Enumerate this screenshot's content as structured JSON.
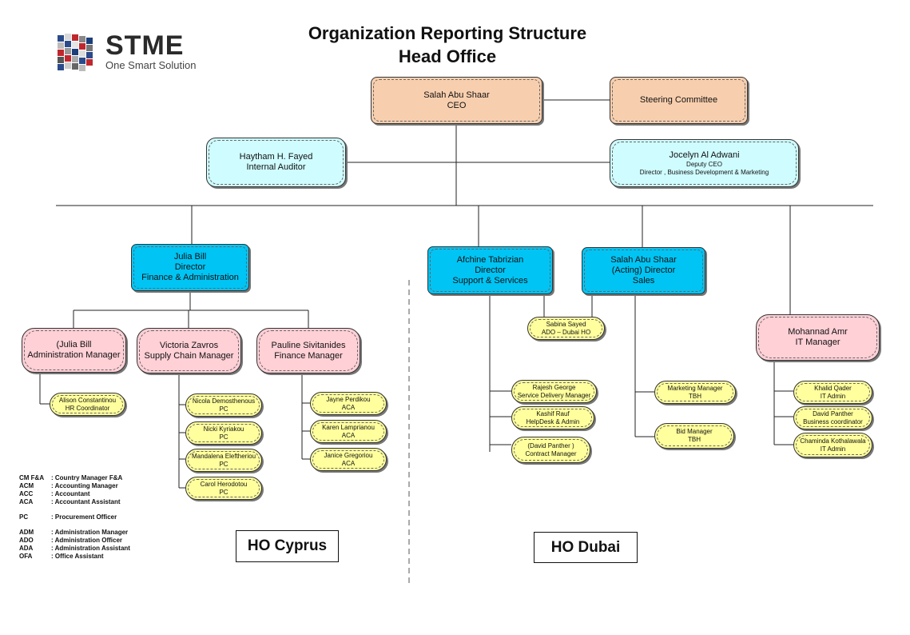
{
  "title_line1": "Organization Reporting Structure",
  "title_line2": "Head Office",
  "logo": {
    "name": "STME",
    "tagline": "One Smart Solution"
  },
  "boxes": {
    "ceo": {
      "name": "Salah Abu Shaar",
      "role": "CEO"
    },
    "steering": {
      "name": "Steering Committee"
    },
    "auditor": {
      "name": "Haytham H. Fayed",
      "role": "Internal Auditor"
    },
    "deputy": {
      "name": "Jocelyn Al Adwani",
      "role": "Deputy CEO",
      "role2": "Director , Business Development & Marketing"
    },
    "julia": {
      "name": "Julia Bill",
      "role": "Director",
      "role2": "Finance & Administration"
    },
    "afchine": {
      "name": "Afchine Tabrizian",
      "role": "Director",
      "role2": "Support & Services"
    },
    "salah_sales": {
      "name": "Salah Abu Shaar",
      "role": "(Acting)  Director",
      "role2": "Sales"
    },
    "julia_adm": {
      "name": "(Julia Bill",
      "role": "Administration Manager"
    },
    "victoria": {
      "name": "Victoria Zavros",
      "role": "Supply Chain Manager"
    },
    "pauline": {
      "name": "Pauline Sivitanides",
      "role": "Finance Manager"
    },
    "mohannad": {
      "name": "Mohannad Amr",
      "role": "IT Manager"
    },
    "sabina": {
      "name": "Sabina  Sayed",
      "role": "ADO – Dubai HO"
    },
    "alison": {
      "name": "Alison Constantinou",
      "role": "HR Coordinator"
    },
    "nicola": {
      "name": "Nicola Demosthenous",
      "role": "PC"
    },
    "nicki": {
      "name": "Nicki Kyriakou",
      "role": "PC"
    },
    "mandalena": {
      "name": "Mandalena Eleftheriou",
      "role": "PC"
    },
    "carol": {
      "name": "Carol Herodotou",
      "role": "PC"
    },
    "jayne": {
      "name": "Jayne Perdikou",
      "role": "ACA"
    },
    "karen": {
      "name": "Karen Lamprianou",
      "role": "ACA"
    },
    "janice": {
      "name": "Janice Gregoriou",
      "role": "ACA"
    },
    "rajesh": {
      "name": "Rajesh George",
      "role": "Service Delivery Manager"
    },
    "kashif": {
      "name": "Kashif Rauf",
      "role": "HelpDesk & Admin"
    },
    "david_c": {
      "name": "(David  Panther )",
      "role": "Contract Manager"
    },
    "mktg": {
      "name": "Marketing Manager",
      "role": "TBH"
    },
    "bid": {
      "name": "Bid Manager",
      "role": "TBH"
    },
    "khalid": {
      "name": "Khalid Qader",
      "role": "IT Admin"
    },
    "david_b": {
      "name": "David Panther",
      "role": "Business coordinator"
    },
    "chaminda": {
      "name": "Chaminda Kothalawala",
      "role": "IT Admin"
    }
  },
  "ho_cyprus": "HO Cyprus",
  "ho_dubai": "HO Dubai",
  "legend": [
    {
      "abbr": "CM F&A",
      "desc": ": Country Manager F&A"
    },
    {
      "abbr": "ACM",
      "desc": ": Accounting Manager"
    },
    {
      "abbr": "ACC",
      "desc": ": Accountant"
    },
    {
      "abbr": "ACA",
      "desc": ": Accountant Assistant"
    },
    {
      "abbr": "PC",
      "desc": ": Procurement Officer"
    },
    {
      "abbr": "ADM",
      "desc": ": Administration Manager"
    },
    {
      "abbr": "ADO",
      "desc": ": Administration Officer"
    },
    {
      "abbr": "ADA",
      "desc": ": Administration Assistant"
    },
    {
      "abbr": "OFA",
      "desc": ": Office Assistant"
    }
  ],
  "colors": {
    "peach": "#f8cfae",
    "light_cyan": "#cffcff",
    "cyan": "#00c4f4",
    "pink": "#ffd0d6",
    "yellow": "#ffff9d"
  }
}
